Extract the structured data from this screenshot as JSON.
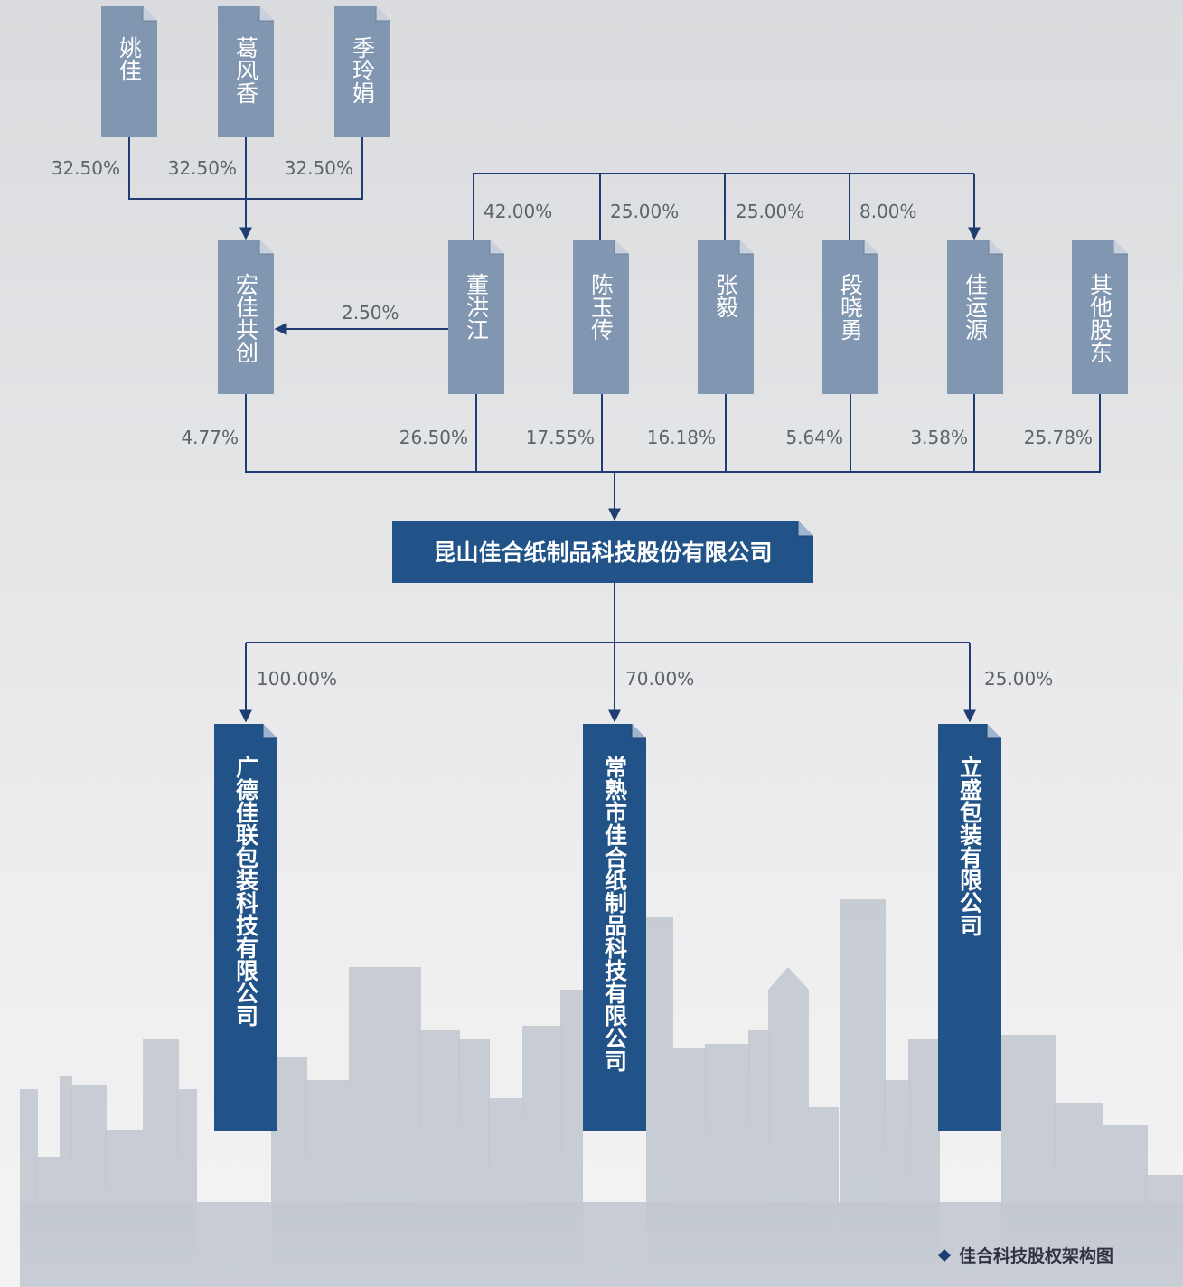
{
  "colors": {
    "person_box": "#8196b0",
    "company_box": "#215388",
    "line": "#1f3d73",
    "percent_text": "#5d636b"
  },
  "diagram": {
    "top_shareholders": [
      {
        "name": "姚佳",
        "percent": "32.50%"
      },
      {
        "name": "葛风香",
        "percent": "32.50%"
      },
      {
        "name": "季玲娟",
        "percent": "32.50%"
      }
    ],
    "partnership": {
      "name": "宏佳共创",
      "percent_to_company": "4.77%",
      "from_dong_percent": "2.50%"
    },
    "shareholders": [
      {
        "name": "董洪江",
        "percent_to_company": "26.50%",
        "percent_to_jiayunyuan": "42.00%"
      },
      {
        "name": "陈玉传",
        "percent_to_company": "17.55%",
        "percent_to_jiayunyuan": "25.00%"
      },
      {
        "name": "张毅",
        "percent_to_company": "16.18%",
        "percent_to_jiayunyuan": "25.00%"
      },
      {
        "name": "段晓勇",
        "percent_to_company": "5.64%",
        "percent_to_jiayunyuan": "8.00%"
      },
      {
        "name": "佳运源",
        "percent_to_company": "3.58%"
      },
      {
        "name": "其他股东",
        "percent_to_company": "25.78%"
      }
    ],
    "company": {
      "name": "昆山佳合纸制品科技股份有限公司"
    },
    "subsidiaries": [
      {
        "name": "广德佳联包装科技有限公司",
        "percent": "100.00%"
      },
      {
        "name": "常熟市佳合纸制品科技有限公司",
        "percent": "70.00%"
      },
      {
        "name": "立盛包装有限公司",
        "percent": "25.00%"
      }
    ]
  },
  "caption": {
    "text": "佳合科技股权架构图",
    "icon": "diamond-icon"
  }
}
